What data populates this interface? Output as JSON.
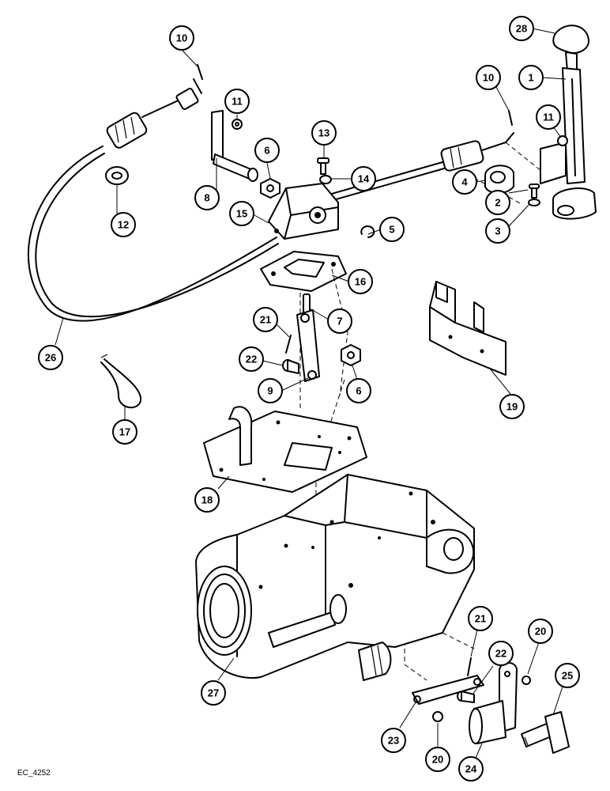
{
  "reference_code": "EC_4252",
  "callouts": [
    "10",
    "11",
    "12",
    "6",
    "8",
    "13",
    "14",
    "15",
    "5",
    "16",
    "7",
    "21",
    "22",
    "9",
    "6",
    "26",
    "17",
    "18",
    "28",
    "1",
    "10",
    "11",
    "4",
    "2",
    "3",
    "19",
    "27",
    "21",
    "22",
    "20",
    "23",
    "20",
    "24",
    "25"
  ]
}
